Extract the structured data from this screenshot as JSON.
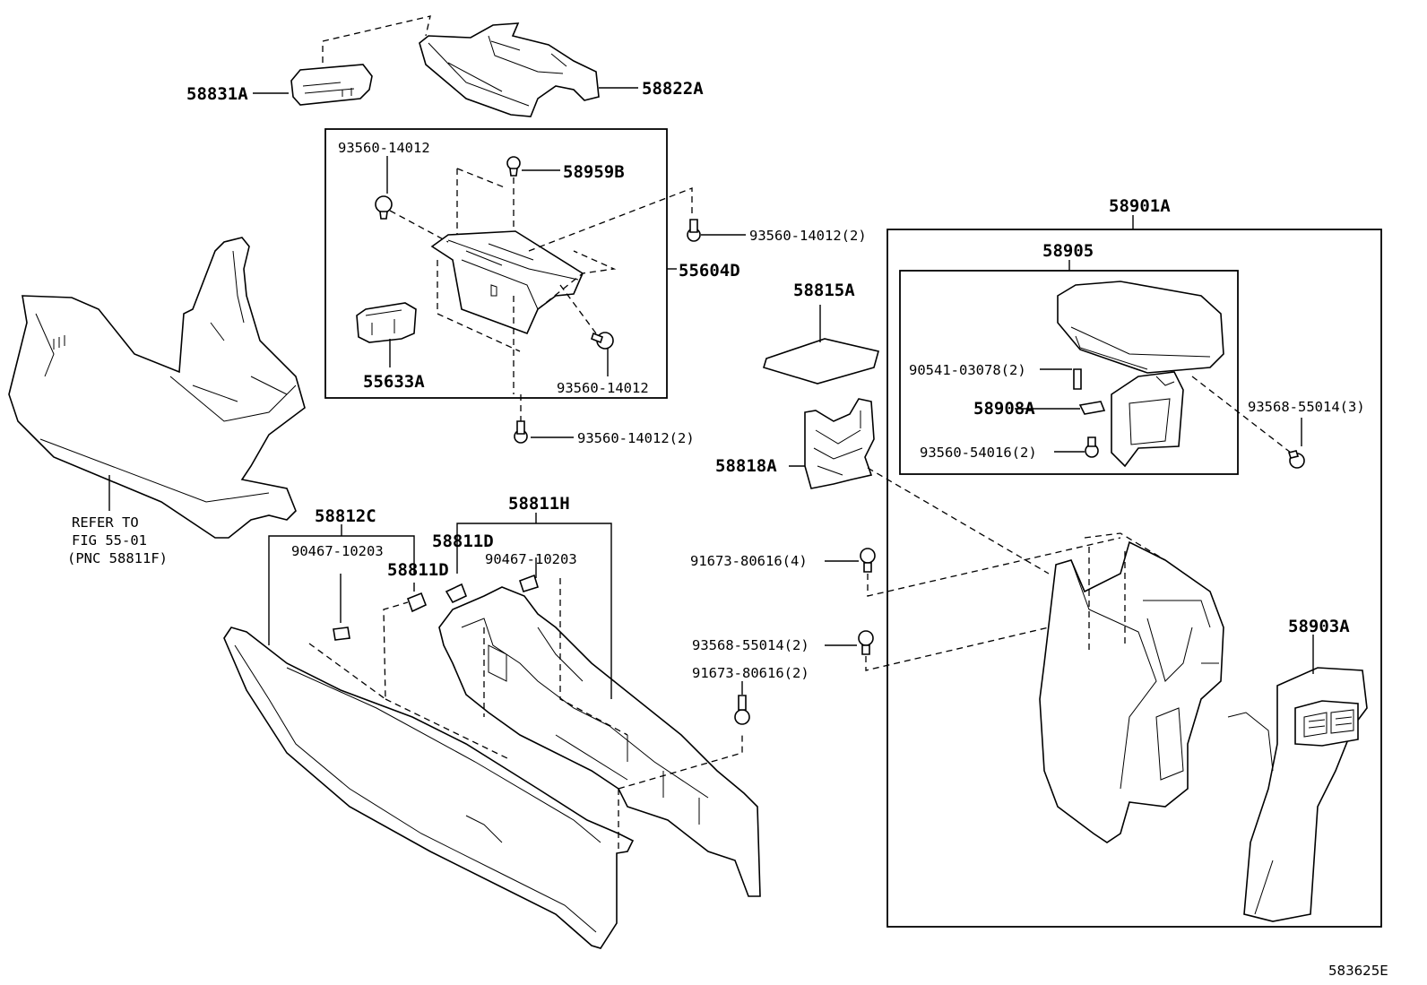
{
  "diagram": {
    "image_code": "583625E",
    "labels": {
      "p58831A": "58831A",
      "p58822A": "58822A",
      "p93560_14012_a": "93560-14012",
      "p58959B": "58959B",
      "p93560_14012_2a": "93560-14012(2)",
      "p55604D": "55604D",
      "p55633A": "55633A",
      "p93560_14012_b": "93560-14012",
      "p93560_14012_2b": "93560-14012(2)",
      "refer1": "REFER TO",
      "refer2": "FIG 55-01",
      "refer3": "(PNC 58811F)",
      "p58812C": "58812C",
      "p90467_a": "90467-10203",
      "p58811D_a": "58811D",
      "p58811D_b": "58811D",
      "p58811H": "58811H",
      "p90467_b": "90467-10203",
      "p58815A": "58815A",
      "p58818A": "58818A",
      "p91673_4": "91673-80616(4)",
      "p93568_2": "93568-55014(2)",
      "p91673_2": "91673-80616(2)",
      "p58901A": "58901A",
      "p58905": "58905",
      "p90541": "90541-03078(2)",
      "p58908A": "58908A",
      "p93560_54016": "93560-54016(2)",
      "p93568_3": "93568-55014(3)",
      "p58903A": "58903A"
    }
  }
}
